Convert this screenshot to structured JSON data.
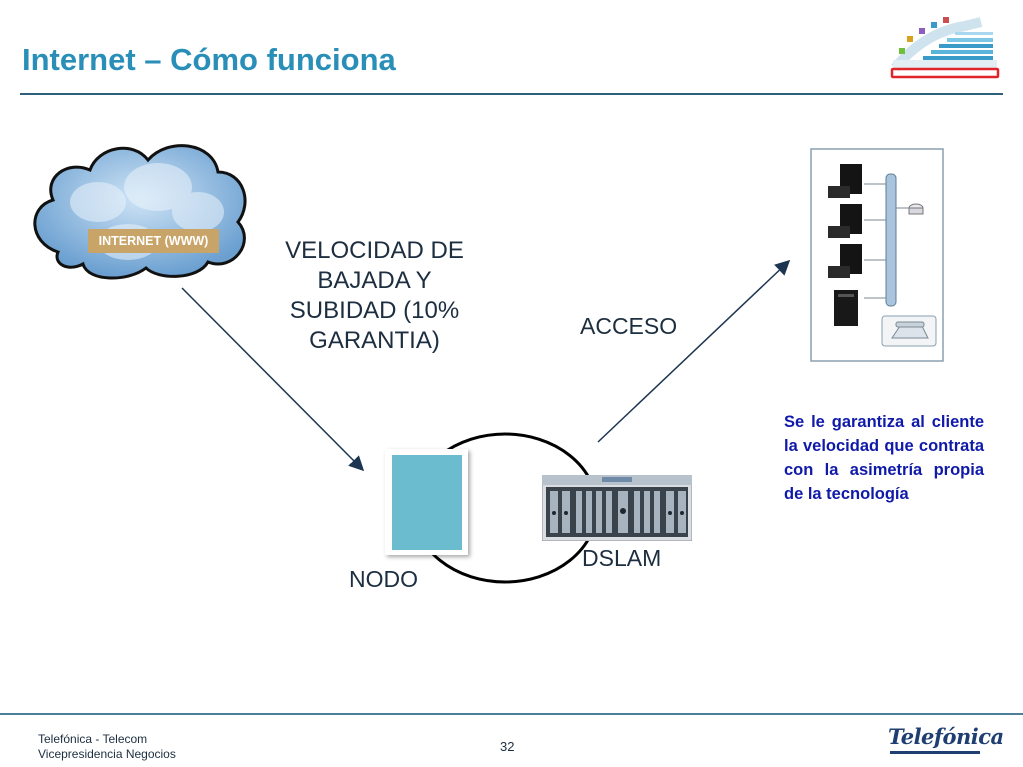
{
  "slide": {
    "title": "Internet  – Cómo funciona",
    "cloud_label": "INTERNET (WWW)",
    "speed_lines": [
      "VELOCIDAD DE",
      "BAJADA Y",
      "SUBIDAD (10%",
      "GARANTIA)"
    ],
    "acceso_label": "ACCESO",
    "dslam_label": "DSLAM",
    "nodo_label": "NODO",
    "note": "Se le garantiza al cliente la velocidad que contrata con la asimetría propia de la tecnología"
  },
  "footer": {
    "company_line1": "Telefónica - Telecom",
    "company_line2": "Vicepresidencia Negocios",
    "page_number": "32",
    "logo_text": "Telefónica"
  },
  "colors": {
    "title": "#2a8fb8",
    "rule": "#2f5f7a",
    "note_text": "#101aa8",
    "cloud_label_bg": "#c9a468",
    "nodo": "#6bbccf"
  }
}
